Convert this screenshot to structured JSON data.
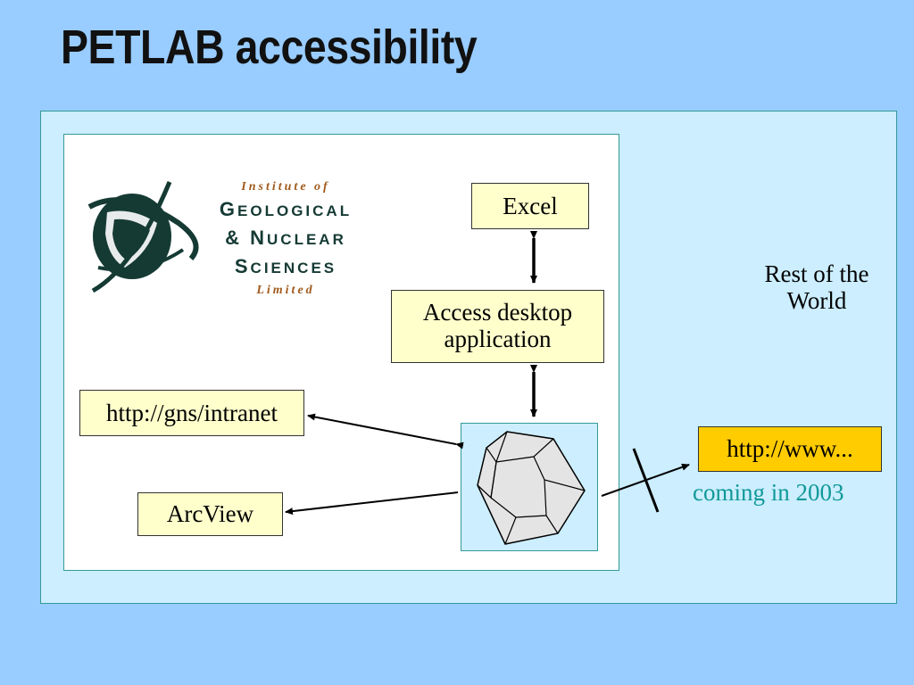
{
  "title": "PETLAB accessibility",
  "logo": {
    "line1": "Institute of",
    "line2_initial": "G",
    "line2_rest": "EOLOGICAL",
    "line3_initial": "& N",
    "line3_rest": "UCLEAR",
    "line4_initial": "S",
    "line4_rest": "CIENCES",
    "line5": "Limited"
  },
  "boxes": {
    "excel": "Excel",
    "access_line1": "Access desktop",
    "access_line2": "application",
    "intranet": "http://gns/intranet",
    "arcview": "ArcView",
    "www": "http://www..."
  },
  "rest_of_world_line1": "Rest of the",
  "rest_of_world_line2": "World",
  "coming": "coming in 2003",
  "colors": {
    "background": "#99ccff",
    "outer_panel": "#cceeff",
    "box_fill": "#ffffcc",
    "www_fill": "#ffcc00",
    "coming_text": "#119999"
  }
}
